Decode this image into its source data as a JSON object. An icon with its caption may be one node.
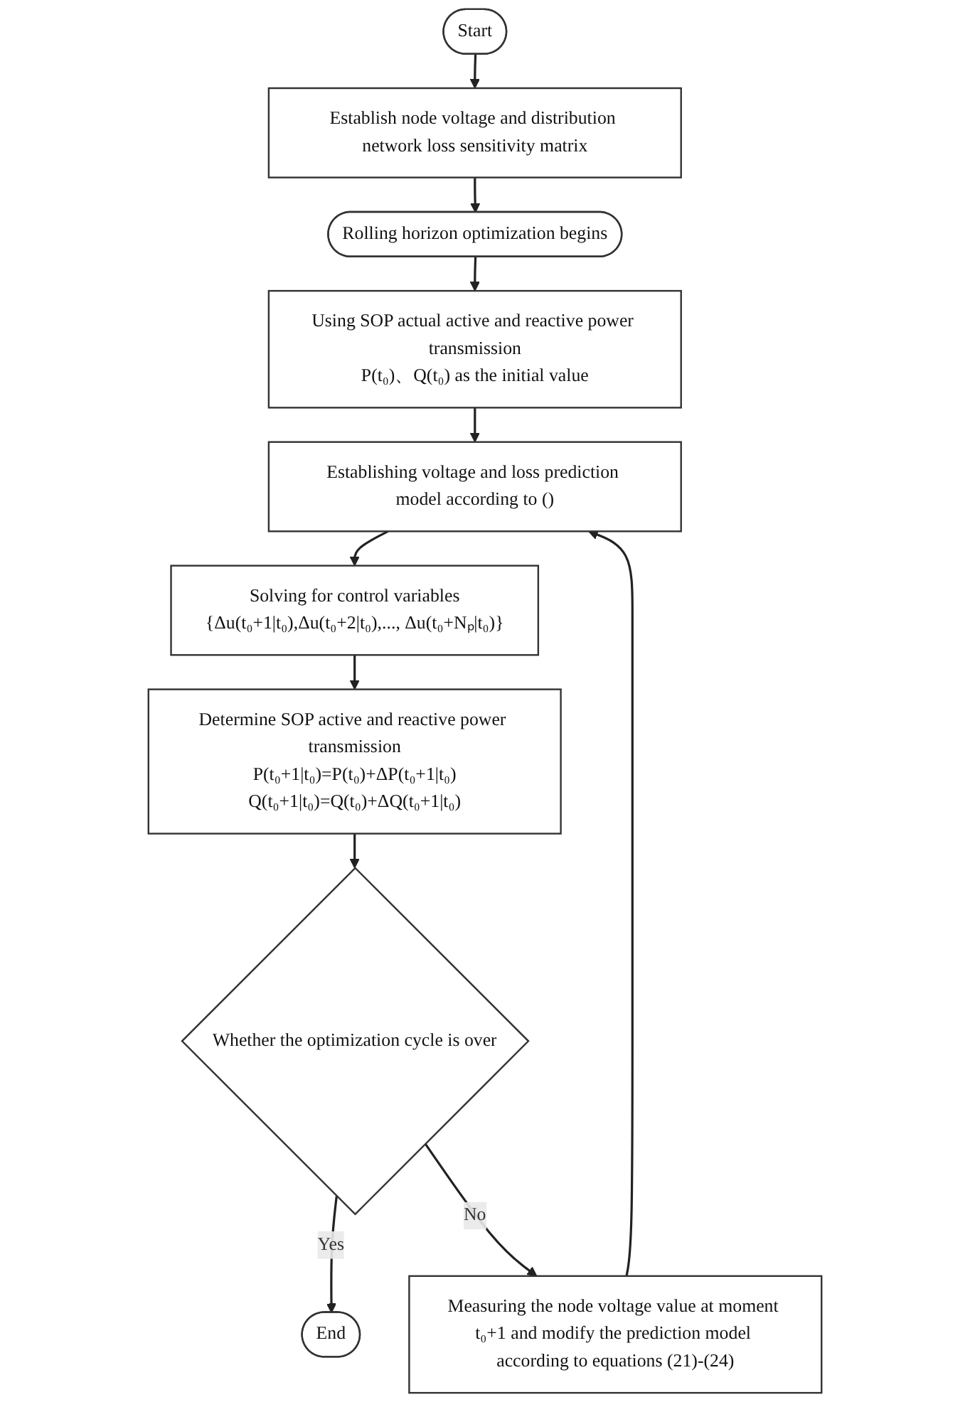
{
  "diagram": {
    "nodes": [
      {
        "text": [
          "Start"
        ]
      },
      {
        "text": [
          "Establish node voltage and distribution network loss sensitivity matrix"
        ]
      },
      {
        "text": [
          "Rolling horizon optimization begins"
        ]
      },
      {
        "text": [
          "Using SOP actual active and reactive power transmission",
          "P(t₀)、Q(t₀) as the initial value"
        ]
      },
      {
        "text": [
          "Establishing voltage and loss prediction model according to ()"
        ]
      },
      {
        "text": [
          "Solving for control variables",
          "{Δu(t₀+1|t₀),Δu(t₀+2|t₀),..., Δu(t₀+Nₚ|t₀)}"
        ]
      },
      {
        "text": [
          "Determine SOP active and reactive power transmission",
          "P(t₀+1|t₀)=P(t₀)+ΔP(t₀+1|t₀)",
          "Q(t₀+1|t₀)=Q(t₀)+ΔQ(t₀+1|t₀)"
        ]
      },
      {
        "text": [
          "Whether the optimization cycle is over"
        ]
      },
      {
        "text": [
          "End"
        ]
      },
      {
        "text": [
          "Measuring the node voltage value at moment t₀+1 and modify the prediction model according to equations (21)-(24)"
        ]
      }
    ],
    "edges": [
      {
        "from": 0,
        "to": 1,
        "arrow": "to"
      },
      {
        "from": 1,
        "to": 2,
        "arrow": "to"
      },
      {
        "from": 2,
        "to": 3,
        "arrow": "to"
      },
      {
        "from": 3,
        "to": 4,
        "arrow": "to"
      },
      {
        "from": 4,
        "to": 5,
        "arrow": "to"
      },
      {
        "from": 5,
        "to": 6,
        "arrow": "to"
      },
      {
        "from": 6,
        "to": 7,
        "arrow": "to"
      },
      {
        "from": 7,
        "to": 8,
        "label": "Yes",
        "arrow": "to"
      },
      {
        "from": 7,
        "to": 9,
        "label": "No",
        "arrow": "to"
      },
      {
        "from": 9,
        "to": 4,
        "arrow": "to"
      }
    ]
  }
}
